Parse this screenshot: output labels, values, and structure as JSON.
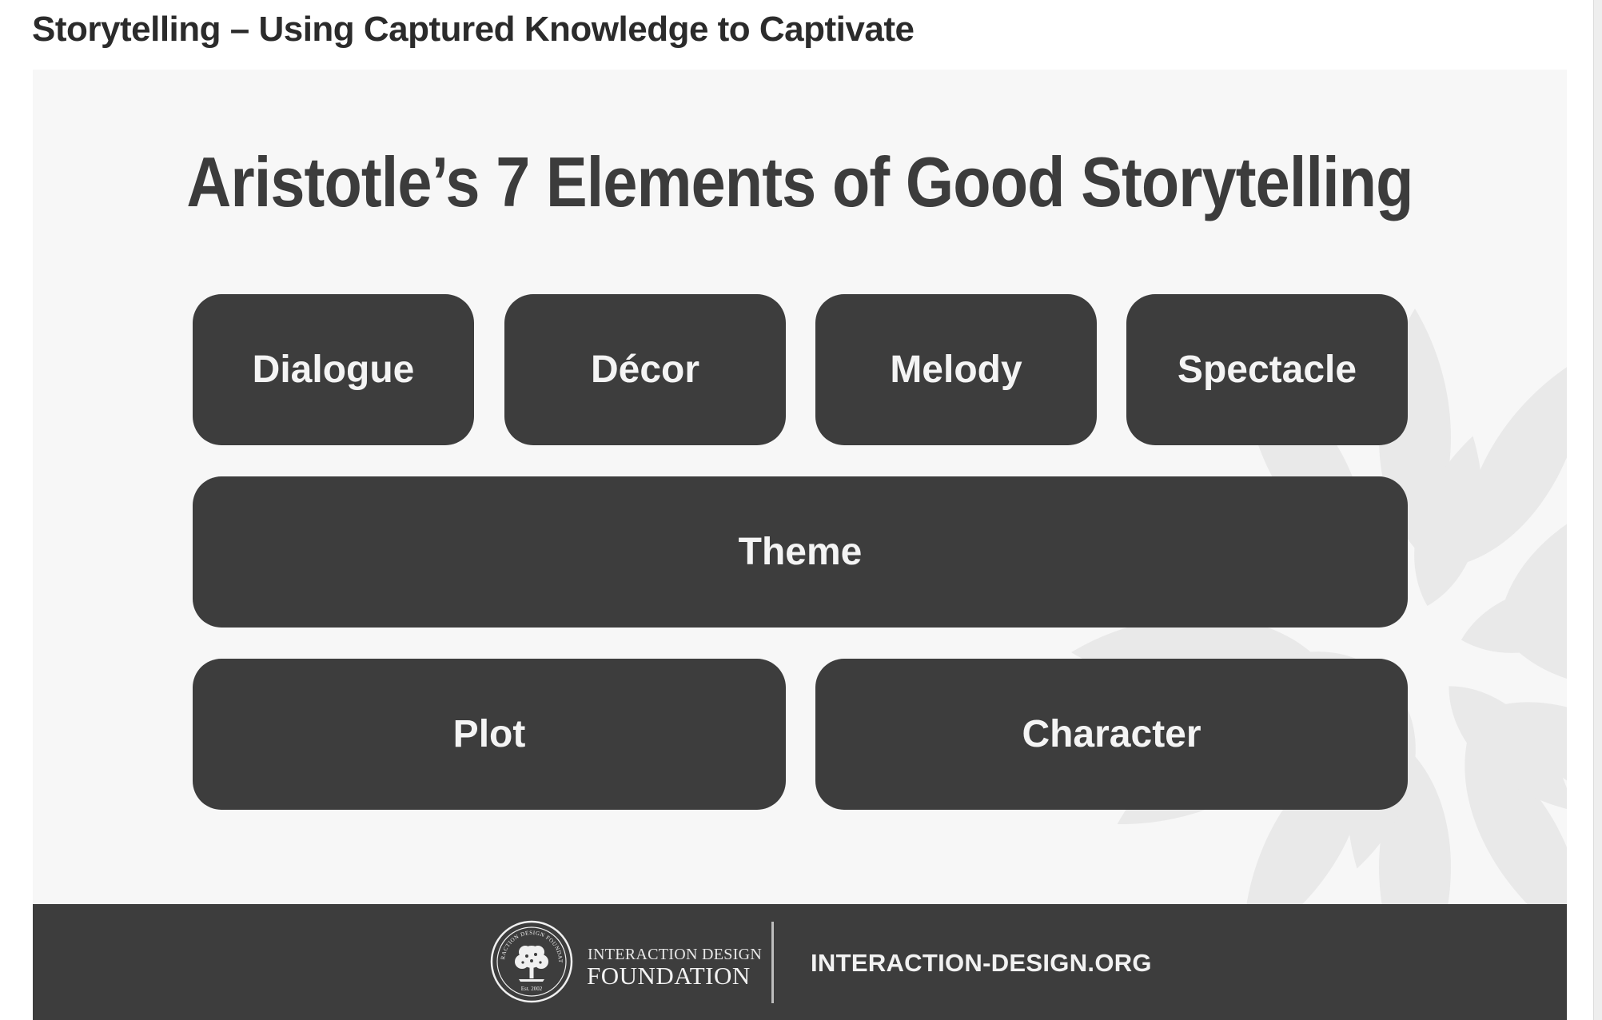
{
  "page": {
    "title": "Storytelling – Using Captured Knowledge to Captivate"
  },
  "slide": {
    "heading": "Aristotle’s 7 Elements of Good Storytelling",
    "elements_row1": [
      "Dialogue",
      "Décor",
      "Melody",
      "Spectacle"
    ],
    "elements_row2": [
      "Theme"
    ],
    "elements_row3": [
      "Plot",
      "Character"
    ]
  },
  "footer": {
    "org_line1": "INTERACTION DESIGN",
    "org_line2": "FOUNDATION",
    "seal_text_top": "INTERACTION DESIGN FOUNDATION",
    "seal_text_bottom": "Est. 2002",
    "url": "INTERACTION-DESIGN.ORG"
  },
  "colors": {
    "box": "#3d3d3d",
    "box_text": "#f4f4f4",
    "slide_bg": "#f7f7f7",
    "heading": "#3c3c3c",
    "footer_bg": "#3d3d3d"
  },
  "icons": [
    "tree-seal-logo-icon",
    "flower-watermark-icon"
  ]
}
